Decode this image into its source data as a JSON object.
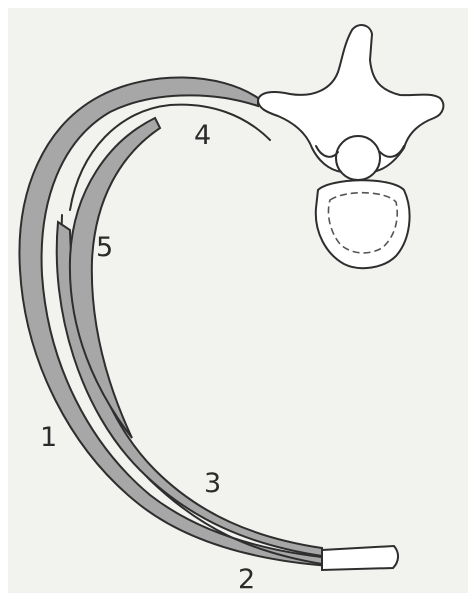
{
  "diagram": {
    "labels": {
      "one": "1",
      "two": "2",
      "three": "3",
      "four": "4",
      "five": "5"
    },
    "colors": {
      "background": "#f2f2ef",
      "shaded": "#a7a7a7",
      "outline": "#2e2e2e",
      "bone_fill": "#ffffff"
    }
  }
}
